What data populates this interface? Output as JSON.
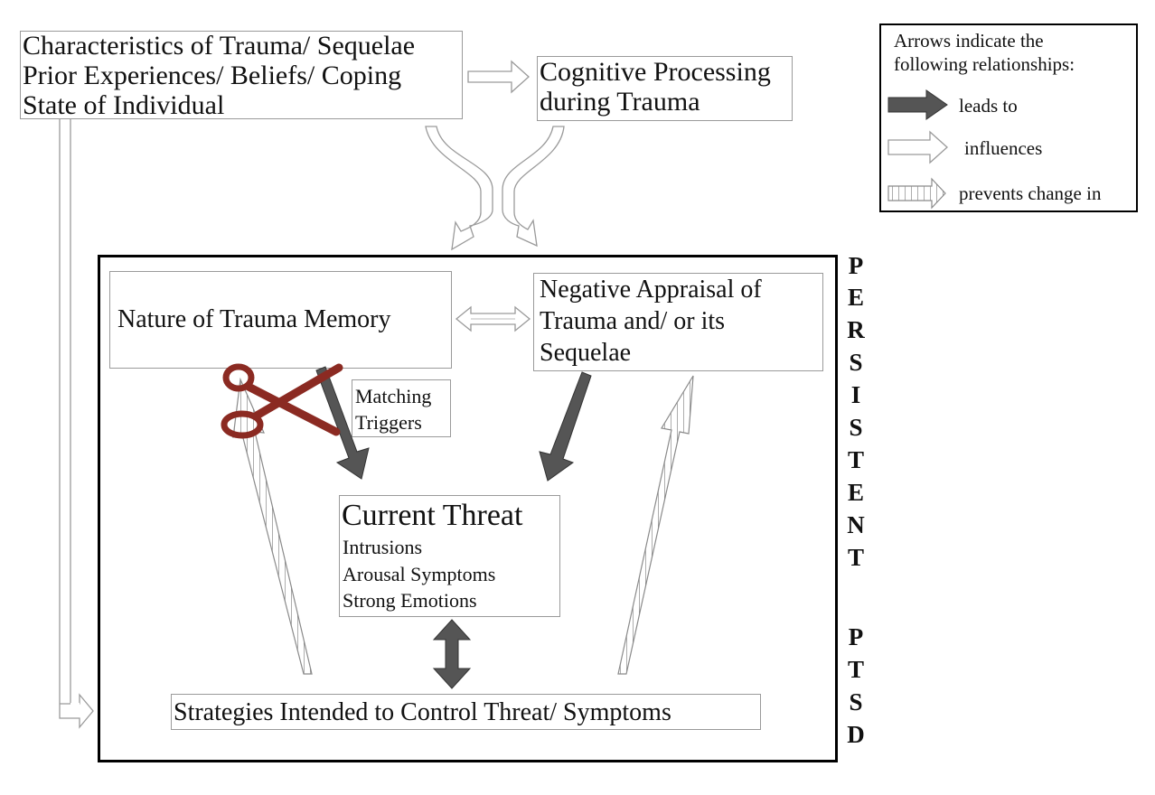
{
  "boxes": {
    "characteristics": [
      "Characteristics of Trauma/ Sequelae",
      "Prior Experiences/ Beliefs/ Coping",
      "State of Individual"
    ],
    "cognitive": [
      "Cognitive Processing",
      "during Trauma"
    ],
    "memory": "Nature of Trauma Memory",
    "appraisal": [
      "Negative Appraisal of",
      "Trauma and/ or its",
      "Sequelae"
    ],
    "triggers": [
      "Matching",
      "Triggers"
    ],
    "threat_title": "Current Threat",
    "threat_items": [
      "Intrusions",
      "Arousal Symptoms",
      "Strong Emotions"
    ],
    "strategies": "Strategies Intended to Control Threat/ Symptoms"
  },
  "legend": {
    "title": [
      "Arrows indicate the",
      "following relationships:"
    ],
    "items": [
      {
        "label": "leads to",
        "style": "solid-dark"
      },
      {
        "label": "influences",
        "style": "outline"
      },
      {
        "label": "prevents change in",
        "style": "hatched"
      }
    ]
  },
  "side_label": {
    "word1": [
      "P",
      "E",
      "R",
      "S",
      "I",
      "S",
      "T",
      "E",
      "N",
      "T"
    ],
    "word2": [
      "P",
      "T",
      "S",
      "D"
    ]
  },
  "colors": {
    "leads_to": "#555555",
    "outline": "#9a9a9a",
    "scissors": "#8b2a22",
    "frame": "#000000"
  },
  "icons": {
    "scissors": "scissors-icon"
  }
}
